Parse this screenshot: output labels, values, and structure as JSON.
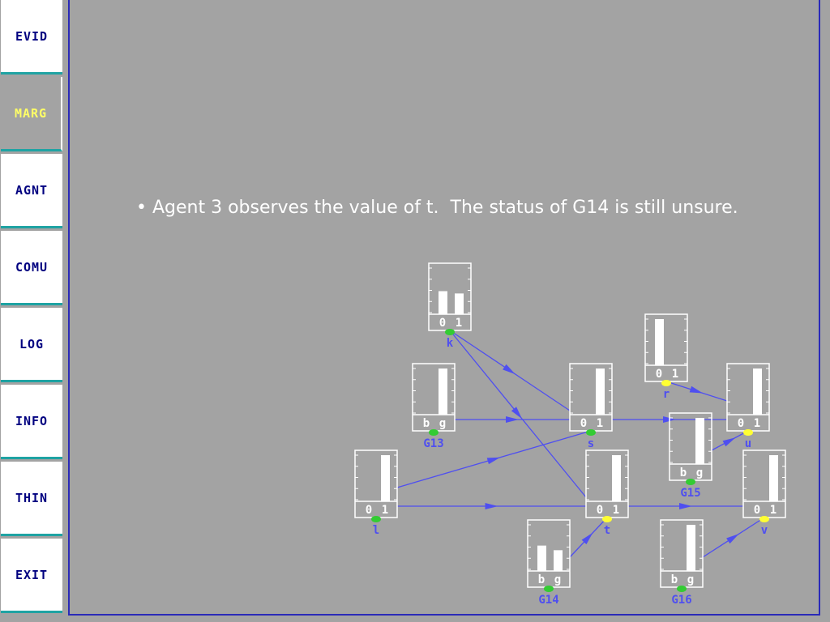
{
  "sidebar": {
    "items": [
      {
        "label": "EVID",
        "active": false
      },
      {
        "label": "MARG",
        "active": true
      },
      {
        "label": "AGNT",
        "active": false
      },
      {
        "label": "COMU",
        "active": false
      },
      {
        "label": "LOG",
        "active": false
      },
      {
        "label": "INFO",
        "active": false
      },
      {
        "label": "THIN",
        "active": false
      },
      {
        "label": "EXIT",
        "active": false
      }
    ]
  },
  "caption": "• Agent 3 observes the value of t.  The status of G14 is still unsure.",
  "colors": {
    "background": "#a3a3a3",
    "sidebar_button": "#ffffff",
    "sidebar_text": "#000080",
    "sidebar_active_text": "#ffff66",
    "separator": "#1fa3a3",
    "edge": "#4f4ff0",
    "node_label": "#4f4ff0",
    "indicator_green": "#33cc33",
    "indicator_yellow": "#ffff33"
  },
  "network": {
    "nodes": [
      {
        "id": "k",
        "name": "k",
        "states": [
          "0",
          "1"
        ],
        "probs": [
          0.5,
          0.45
        ],
        "indicator": "green"
      },
      {
        "id": "G13",
        "name": "G13",
        "states": [
          "b",
          "g"
        ],
        "probs": [
          0.0,
          1.0
        ],
        "indicator": "green"
      },
      {
        "id": "s",
        "name": "s",
        "states": [
          "0",
          "1"
        ],
        "probs": [
          0.0,
          1.0
        ],
        "indicator": "green"
      },
      {
        "id": "r",
        "name": "r",
        "states": [
          "0",
          "1"
        ],
        "probs": [
          1.0,
          0.0
        ],
        "indicator": "yellow"
      },
      {
        "id": "u",
        "name": "u",
        "states": [
          "0",
          "1"
        ],
        "probs": [
          0.0,
          1.0
        ],
        "indicator": "yellow"
      },
      {
        "id": "G15",
        "name": "G15",
        "states": [
          "b",
          "g"
        ],
        "probs": [
          0.0,
          1.0
        ],
        "indicator": "green"
      },
      {
        "id": "l",
        "name": "l",
        "states": [
          "0",
          "1"
        ],
        "probs": [
          0.0,
          1.0
        ],
        "indicator": "green"
      },
      {
        "id": "t",
        "name": "t",
        "states": [
          "0",
          "1"
        ],
        "probs": [
          0.0,
          1.0
        ],
        "indicator": "yellow"
      },
      {
        "id": "v",
        "name": "v",
        "states": [
          "0",
          "1"
        ],
        "probs": [
          0.0,
          1.0
        ],
        "indicator": "yellow"
      },
      {
        "id": "G14",
        "name": "G14",
        "states": [
          "b",
          "g"
        ],
        "probs": [
          0.55,
          0.45
        ],
        "indicator": "green"
      },
      {
        "id": "G16",
        "name": "G16",
        "states": [
          "b",
          "g"
        ],
        "probs": [
          0.0,
          1.0
        ],
        "indicator": "green"
      }
    ],
    "edges": [
      [
        "k",
        "s"
      ],
      [
        "k",
        "t"
      ],
      [
        "G13",
        "s"
      ],
      [
        "s",
        "u"
      ],
      [
        "r",
        "u"
      ],
      [
        "G15",
        "u"
      ],
      [
        "l",
        "s"
      ],
      [
        "l",
        "t"
      ],
      [
        "t",
        "v"
      ],
      [
        "G14",
        "t"
      ],
      [
        "G16",
        "v"
      ]
    ]
  }
}
